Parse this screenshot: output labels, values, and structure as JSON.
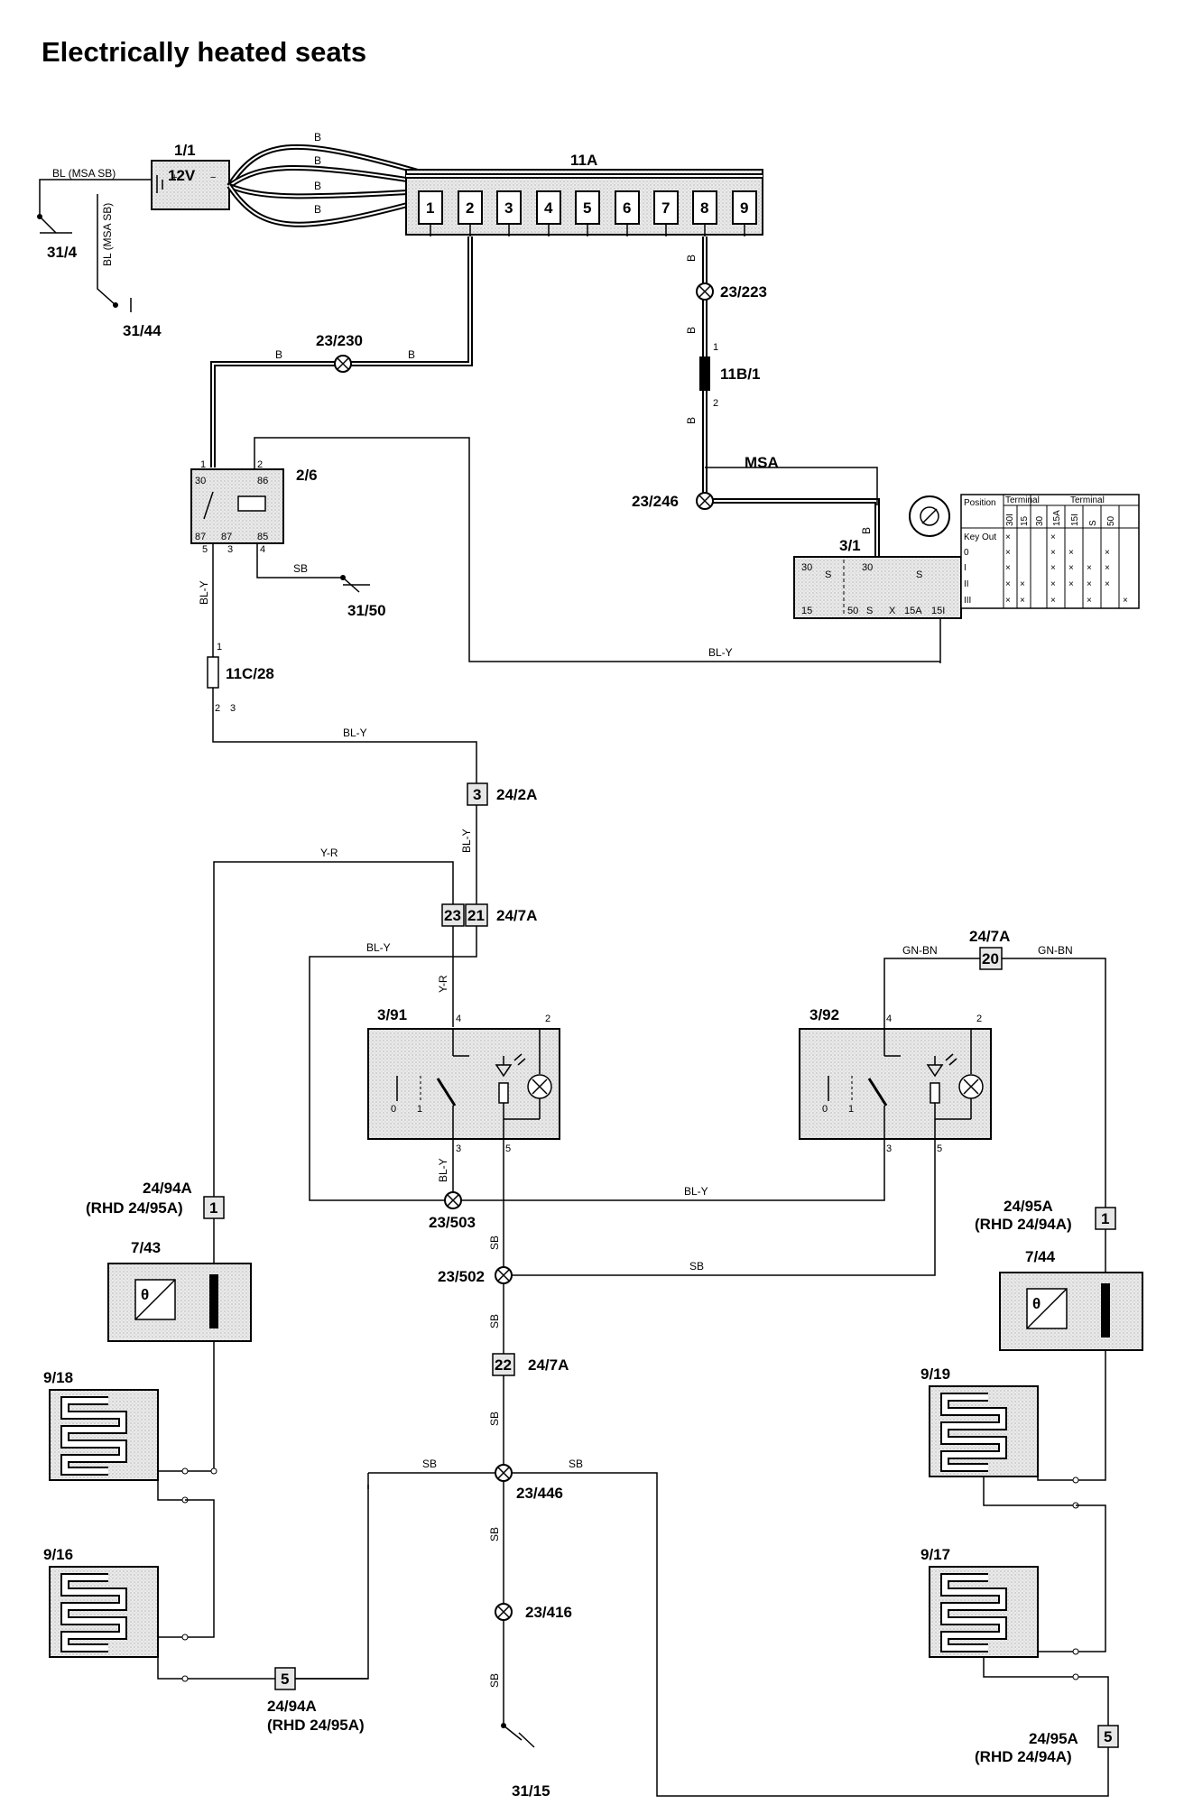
{
  "title": "Electrically heated seats",
  "components": {
    "battery": {
      "ref": "1/1",
      "label": "12V"
    },
    "fusebox": {
      "ref": "11A",
      "slots": [
        "1",
        "2",
        "3",
        "4",
        "5",
        "6",
        "7",
        "8",
        "9"
      ]
    },
    "relay": {
      "ref": "2/6",
      "pins": [
        "30",
        "86",
        "87",
        "87",
        "85"
      ],
      "pin_numbers": [
        "1",
        "2",
        "5",
        "3",
        "4"
      ]
    },
    "ignition_switch": {
      "ref": "3/1",
      "terminals": [
        "30",
        "S",
        "50",
        "S",
        "X",
        "15A",
        "15I",
        "15",
        "S",
        "30"
      ]
    },
    "fuse_11b1": {
      "ref": "11B/1",
      "pins": [
        "1",
        "2"
      ]
    },
    "fuse_11c28": {
      "ref": "11C/28",
      "pins": [
        "1",
        "2",
        "3"
      ]
    },
    "switch_left": {
      "ref": "3/91",
      "pins": [
        "4",
        "2",
        "3",
        "5"
      ],
      "positions": [
        "0",
        "1"
      ]
    },
    "switch_right": {
      "ref": "3/92",
      "pins": [
        "4",
        "2",
        "3",
        "5"
      ],
      "positions": [
        "0",
        "1"
      ]
    },
    "thermostat_left": {
      "ref": "7/43",
      "symbol": "θ"
    },
    "thermostat_right": {
      "ref": "7/44",
      "symbol": "θ"
    },
    "heater_918": {
      "ref": "9/18"
    },
    "heater_916": {
      "ref": "9/16"
    },
    "heater_919": {
      "ref": "9/19"
    },
    "heater_917": {
      "ref": "9/17"
    }
  },
  "grounds": [
    "31/4",
    "31/44",
    "31/50",
    "31/15"
  ],
  "splices": [
    "23/230",
    "23/223",
    "23/246",
    "23/503",
    "23/502",
    "23/446",
    "23/416"
  ],
  "connectors": {
    "c24_2a": {
      "ref": "24/2A",
      "pin": "3"
    },
    "c24_7a_top": {
      "ref": "24/7A",
      "pins": [
        "23",
        "21"
      ]
    },
    "c24_7a_right": {
      "ref": "24/7A",
      "pin": "20"
    },
    "c24_7a_mid": {
      "ref": "24/7A",
      "pin": "22"
    },
    "c24_94a_left": {
      "ref": "24/94A",
      "alt": "(RHD 24/95A)",
      "pin": "1"
    },
    "c24_95a_right": {
      "ref": "24/95A",
      "alt": "(RHD 24/94A)",
      "pin": "1"
    },
    "c24_94a_bottom": {
      "ref": "24/94A",
      "alt": "(RHD 24/95A)",
      "pin": "5"
    },
    "c24_95a_bottom": {
      "ref": "24/95A",
      "alt": "(RHD 24/94A)",
      "pin": "5"
    }
  },
  "wire_colors": {
    "b": "B",
    "bl_msa": "BL (MSA SB)",
    "bly": "BL-Y",
    "yr": "Y-R",
    "sb": "SB",
    "gnbn": "GN-BN",
    "msa": "MSA"
  },
  "ignition_table": {
    "header": [
      "Position",
      "Terminal",
      "Terminal"
    ],
    "terminals_a": [
      "30I",
      "15"
    ],
    "terminals_b": [
      "30",
      "15A",
      "15I",
      "S",
      "50"
    ],
    "rows": [
      "Key Out",
      "0",
      "I",
      "II",
      "III"
    ]
  }
}
